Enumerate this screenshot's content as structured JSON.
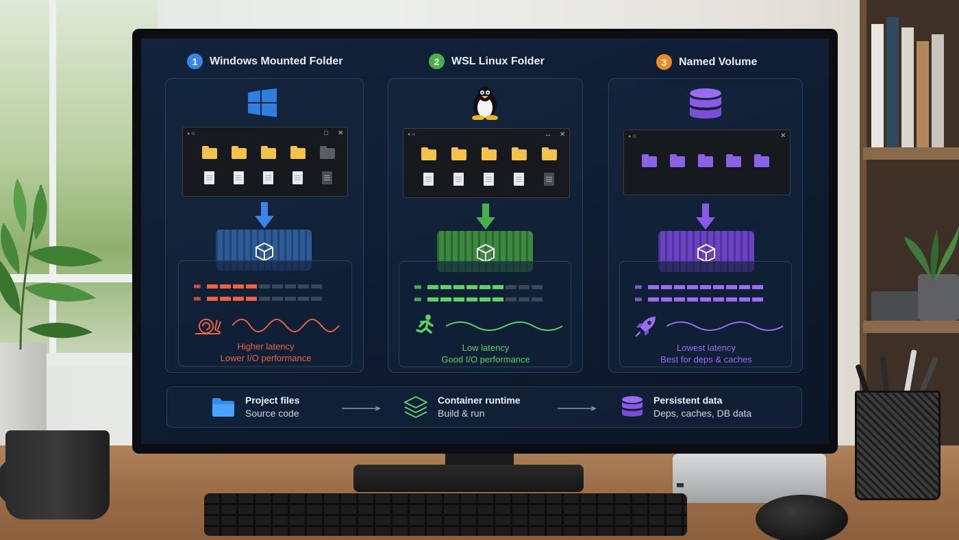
{
  "columns": [
    {
      "number": "1",
      "title": "Windows Mounted Folder",
      "os_icon": "windows-logo-icon",
      "accent": "#3a86e8",
      "caption_line1": "Higher latency",
      "caption_line2": "Lower I/O performance",
      "caption_color": "#f0613f",
      "speed_icon": "snail-icon",
      "io_level": 0.4
    },
    {
      "number": "2",
      "title": "WSL Linux Folder",
      "os_icon": "linux-penguin-icon",
      "accent": "#47b04b",
      "caption_line1": "Low latency",
      "caption_line2": "Good I/O performance",
      "caption_color": "#5fd064",
      "speed_icon": "running-person-icon",
      "io_level": 0.7
    },
    {
      "number": "3",
      "title": "Named Volume",
      "os_icon": "database-icon",
      "accent": "#f08a24",
      "caption_line1": "Lowest latency",
      "caption_line2": "Best for deps & caches",
      "caption_color": "#9c6cf0",
      "speed_icon": "rocket-icon",
      "io_level": 0.95
    }
  ],
  "flow": [
    {
      "icon": "folder-icon",
      "title": "Project files",
      "subtitle": "Source code"
    },
    {
      "icon": "layers-icon",
      "title": "Container runtime",
      "subtitle": "Build & run"
    },
    {
      "icon": "database-icon",
      "title": "Persistent data",
      "subtitle": "Deps, caches, DB data"
    }
  ],
  "colors": {
    "windows_blue": "#2f7fe0",
    "linux_green": "#3e9a43",
    "volume_purple": "#7a4fd6",
    "folder_yellow": "#f3c24a",
    "folder_purple": "#8a62e6"
  }
}
